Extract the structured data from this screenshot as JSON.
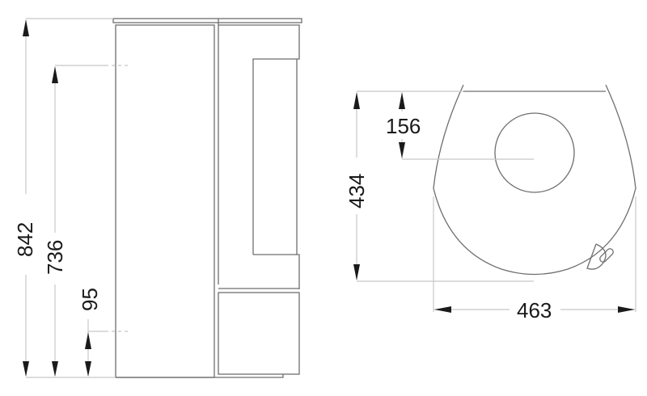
{
  "drawing": {
    "title": "Stove dimension drawing",
    "units": "mm",
    "views": {
      "side_view": {
        "dimensions": {
          "total_height": "842",
          "flue_height": "736",
          "air_inlet_height": "95"
        }
      },
      "plan_view": {
        "dimensions": {
          "depth": "434",
          "flue_offset": "156",
          "width": "463"
        }
      }
    },
    "colors": {
      "outline": "#6e6e6e",
      "dimension_line": "#c8c8c8",
      "arrow": "#1a1a1a",
      "background": "#ffffff"
    }
  }
}
